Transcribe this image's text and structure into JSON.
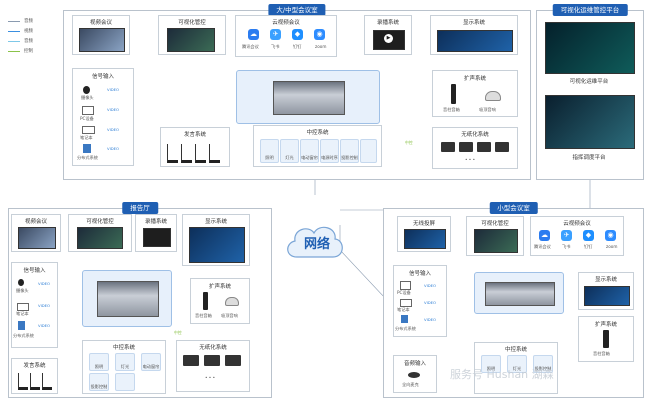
{
  "legend": [
    {
      "label": "音频",
      "color": "#8a9bb0"
    },
    {
      "label": "视频",
      "color": "#3a8fe0"
    },
    {
      "label": "音频",
      "color": "#7fc8e8"
    },
    {
      "label": "控制",
      "color": "#8bc34a"
    }
  ],
  "rooms": {
    "large": {
      "title": "大/中型会议室",
      "video_conf": "视频会议",
      "visual_control": "可视化管控",
      "cloud_video": "云视频会议",
      "cloud_apps": [
        "腾讯会议",
        "飞书",
        "钉钉",
        "zoom"
      ],
      "recording": "录播系统",
      "display": "显示系统",
      "signal_input": "信号输入",
      "signal_items": [
        "摄像头",
        "PC设备",
        "笔记本",
        "分布式系统"
      ],
      "signal_tags": [
        "VIDEO",
        "VIDEO",
        "VIDEO",
        "VIDEO"
      ],
      "speech": "发言系统",
      "central_control": "中控系统",
      "cc_items": [
        "照明",
        "灯光",
        "电动窗帘",
        "电源时序",
        "投影控制",
        ""
      ],
      "amplify": "扩声系统",
      "amp_items": [
        "音柱音箱",
        "吸顶音响"
      ],
      "wireless": "无纸化系统",
      "control_tag": "中控",
      "ellipsis": "• • •"
    },
    "platform": {
      "title": "可视化运维管控平台",
      "item1": "可视化运维平台",
      "item2": "指挥调度平台"
    },
    "report": {
      "title": "报告厅",
      "video_conf": "视频会议",
      "visual_control": "可视化管控",
      "recording": "录播系统",
      "display": "显示系统",
      "signal_input": "信号输入",
      "signal_items": [
        "摄像头",
        "笔记本",
        "分布式系统"
      ],
      "signal_tags": [
        "VIDEO",
        "VIDEO",
        "VIDEO"
      ],
      "amplify": "扩声系统",
      "amp_items": [
        "音柱音箱",
        "吸顶音响"
      ],
      "central_control": "中控系统",
      "cc_items": [
        "照明",
        "灯光",
        "电动窗帘",
        "投影控制"
      ],
      "wireless": "无纸化系统",
      "speech": "发言系统",
      "control_tag": "中控",
      "ellipsis": "• • •"
    },
    "small": {
      "title": "小型会议室",
      "wireless_cast": "无线投屏",
      "visual_control": "可视化管控",
      "cloud_video": "云视频会议",
      "cloud_apps": [
        "腾讯会议",
        "飞书",
        "钉钉",
        "zoom"
      ],
      "signal_input": "信号输入",
      "signal_items": [
        "PC设备",
        "笔记本",
        "分布式系统"
      ],
      "signal_tags": [
        "VIDEO",
        "VIDEO",
        "VIDEO"
      ],
      "display": "显示系统",
      "amplify": "扩声系统",
      "amp_items": [
        "音柱音箱"
      ],
      "audio_input": "音频输入",
      "audio_items": [
        "全向麦克"
      ],
      "central_control": "中控系统",
      "cc_items": [
        "照明",
        "灯光",
        "投影控制"
      ]
    }
  },
  "network": "网络",
  "watermark": "服务号 Hushan 湖森"
}
